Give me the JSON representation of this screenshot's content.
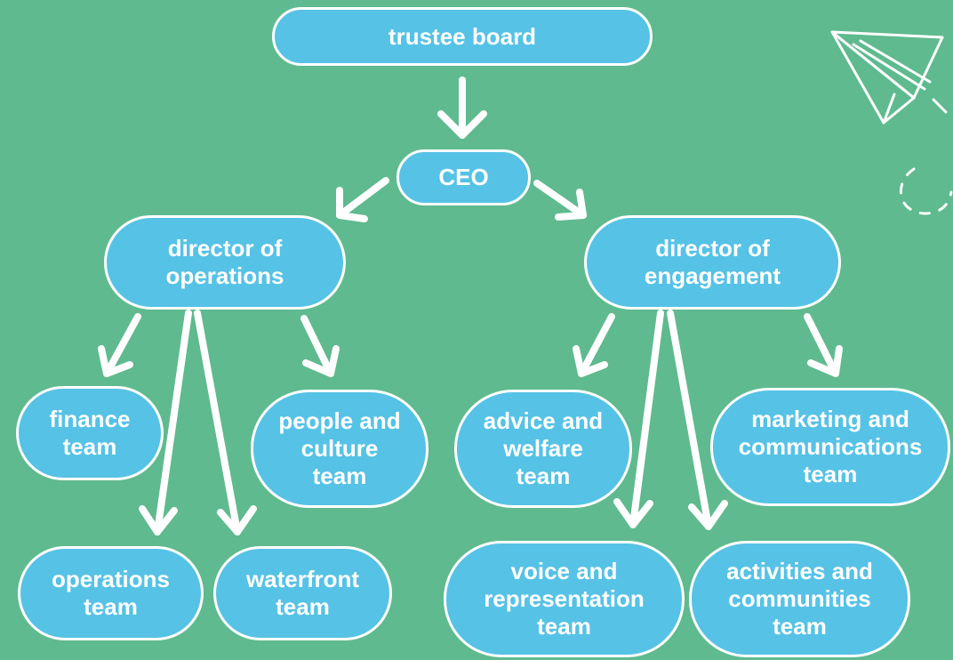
{
  "diagram": {
    "background_color": "#5fba8f",
    "node_fill_color": "#56c2e6",
    "node_border_color": "#ffffff",
    "arrow_color": "#ffffff",
    "nodes": {
      "trustee_board": "trustee board",
      "ceo": "CEO",
      "director_of_operations": "director of\noperations",
      "director_of_engagement": "director of\nengagement",
      "finance_team": "finance\nteam",
      "people_and_culture_team": "people and\nculture\nteam",
      "advice_and_welfare_team": "advice and\nwelfare\nteam",
      "marketing_and_communications_team": "marketing and\ncommunications\nteam",
      "operations_team": "operations\nteam",
      "waterfront_team": "waterfront\nteam",
      "voice_and_representation_team": "voice and\nrepresentation\nteam",
      "activities_and_communities_team": "activities and\ncommunities\nteam"
    },
    "edges": [
      {
        "from": "trustee_board",
        "to": "ceo"
      },
      {
        "from": "ceo",
        "to": "director_of_operations"
      },
      {
        "from": "ceo",
        "to": "director_of_engagement"
      },
      {
        "from": "director_of_operations",
        "to": "finance_team"
      },
      {
        "from": "director_of_operations",
        "to": "operations_team"
      },
      {
        "from": "director_of_operations",
        "to": "waterfront_team"
      },
      {
        "from": "director_of_operations",
        "to": "people_and_culture_team"
      },
      {
        "from": "director_of_engagement",
        "to": "advice_and_welfare_team"
      },
      {
        "from": "director_of_engagement",
        "to": "voice_and_representation_team"
      },
      {
        "from": "director_of_engagement",
        "to": "activities_and_communities_team"
      },
      {
        "from": "director_of_engagement",
        "to": "marketing_and_communications_team"
      }
    ],
    "decorations": [
      "paper-plane-icon",
      "dashed-flight-path-icon"
    ]
  }
}
